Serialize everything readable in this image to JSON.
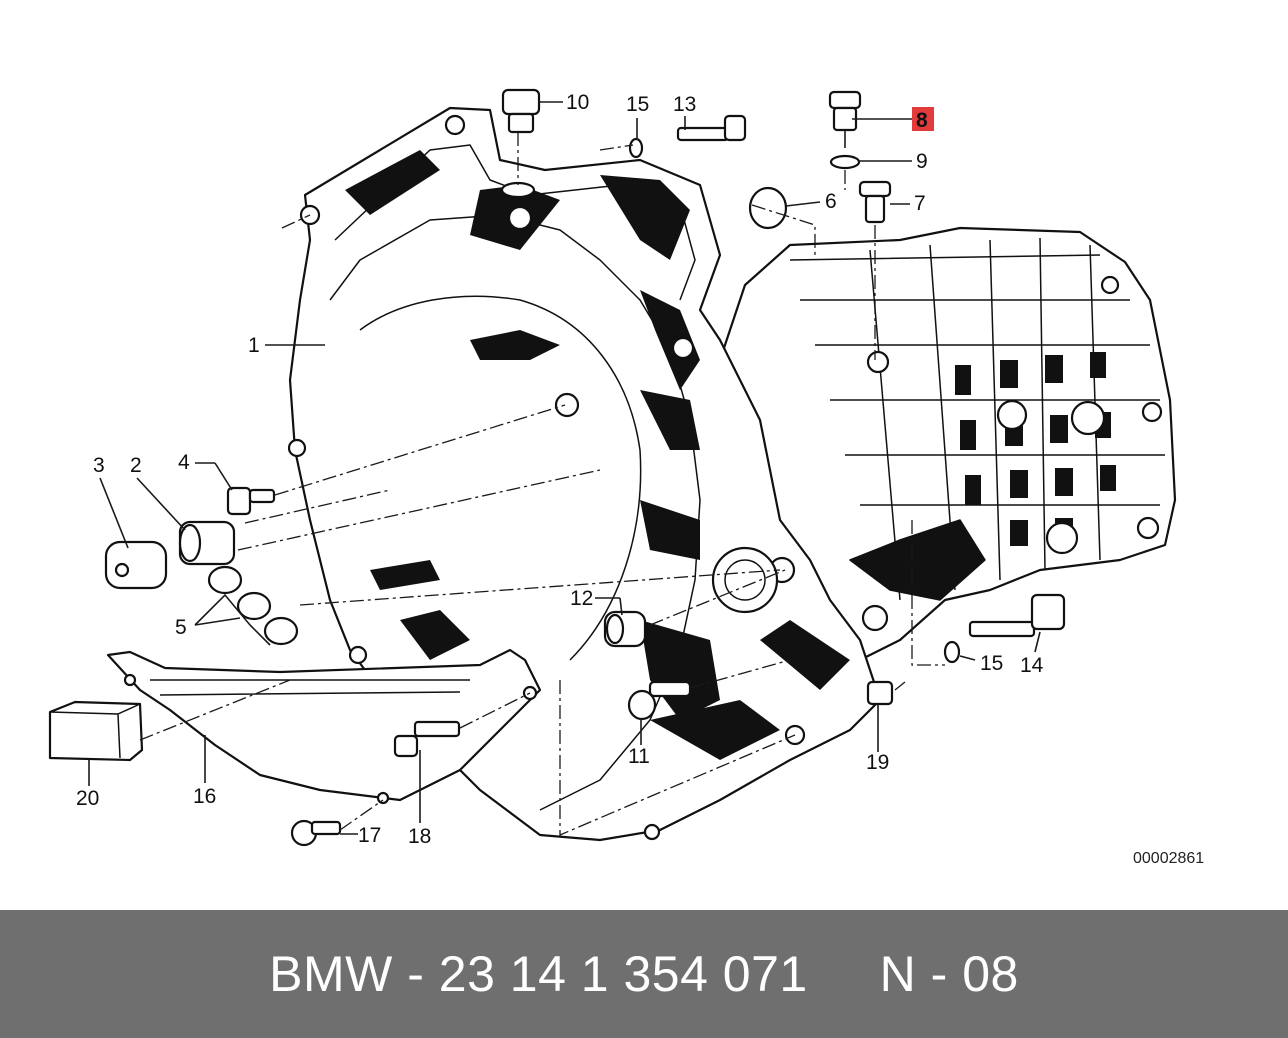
{
  "diagram": {
    "callouts": [
      "1",
      "2",
      "3",
      "4",
      "5",
      "6",
      "7",
      "8",
      "9",
      "10",
      "11",
      "12",
      "13",
      "14",
      "15",
      "15",
      "16",
      "17",
      "18",
      "19",
      "20"
    ],
    "highlighted_callout": "8",
    "reference_number": "00002861"
  },
  "footer": {
    "text": "BMW - 23 14 1 354 071     N - 08",
    "background": "#6f6f6f",
    "text_color": "#ffffff"
  },
  "colors": {
    "highlight": "#e23b3b"
  }
}
